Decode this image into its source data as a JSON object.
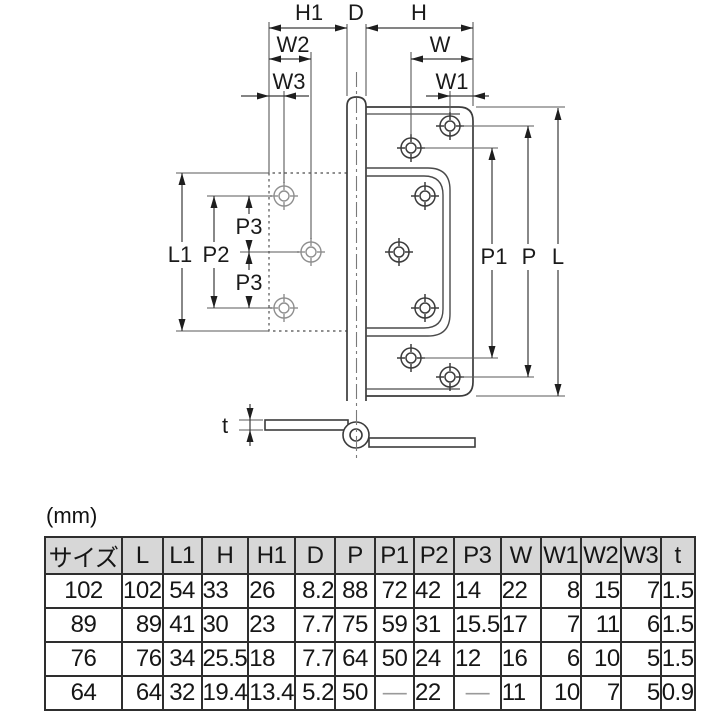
{
  "diagram": {
    "dimension_labels": {
      "h1": "H1",
      "d": "D",
      "h": "H",
      "w2": "W2",
      "w": "W",
      "w3": "W3",
      "w1": "W1",
      "l1": "L1",
      "p2": "P2",
      "p3_upper": "P3",
      "p3_lower": "P3",
      "p1": "P1",
      "p": "P",
      "l": "L",
      "t": "t"
    }
  },
  "units_note": "(mm)",
  "table": {
    "columns": [
      {
        "key": "size",
        "label": "サイズ"
      },
      {
        "key": "l",
        "label": "L"
      },
      {
        "key": "l1",
        "label": "L1"
      },
      {
        "key": "h",
        "label": "H"
      },
      {
        "key": "h1",
        "label": "H1"
      },
      {
        "key": "d",
        "label": "D"
      },
      {
        "key": "p",
        "label": "P"
      },
      {
        "key": "p1",
        "label": "P1"
      },
      {
        "key": "p2",
        "label": "P2"
      },
      {
        "key": "p3",
        "label": "P3"
      },
      {
        "key": "w",
        "label": "W"
      },
      {
        "key": "w1",
        "label": "W1"
      },
      {
        "key": "w2",
        "label": "W2"
      },
      {
        "key": "w3",
        "label": "W3"
      },
      {
        "key": "t",
        "label": "t"
      }
    ],
    "rows": [
      [
        "102",
        "102",
        "54",
        "33",
        "26",
        "8.2",
        "88",
        "72",
        "42",
        "14",
        "22",
        "8",
        "15",
        "7",
        "1.5"
      ],
      [
        "89",
        "89",
        "41",
        "30",
        "23",
        "7.7",
        "75",
        "59",
        "31",
        "15.5",
        "17",
        "7",
        "11",
        "6",
        "1.5"
      ],
      [
        "76",
        "76",
        "34",
        "25.5",
        "18",
        "7.7",
        "64",
        "50",
        "24",
        "12",
        "16",
        "6",
        "10",
        "5",
        "1.5"
      ],
      [
        "64",
        "64",
        "32",
        "19.4",
        "13.4",
        "5.2",
        "50",
        "—",
        "22",
        "—",
        "11",
        "10",
        "7",
        "5",
        "0.9"
      ]
    ]
  },
  "colors": {
    "header_bg": "#d7d7d7",
    "table_border": "#2e2e2e",
    "line": "#3c3c3c",
    "dash_placeholder": "#9a9a9a"
  }
}
